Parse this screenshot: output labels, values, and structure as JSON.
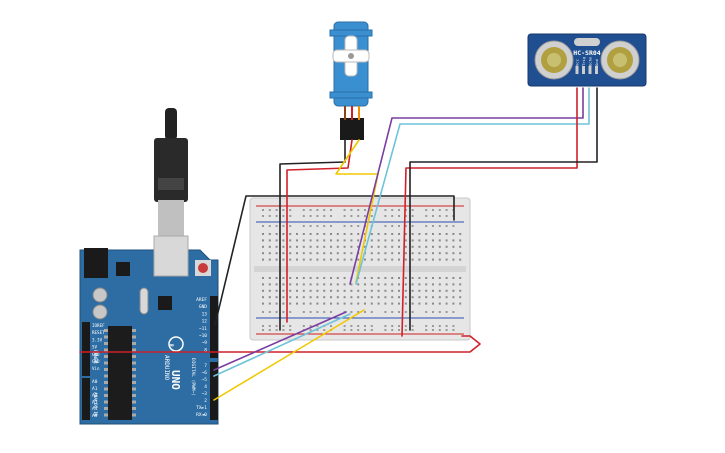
{
  "diagram": {
    "arduino": {
      "logo_text": "ARDUINO",
      "model_text": "UNO",
      "header_labels_top": [
        "AREF",
        "GND",
        "13",
        "12",
        "~11",
        "~10",
        "~9",
        "8"
      ],
      "header_labels_bottom": [
        "7",
        "~6",
        "~5",
        "4",
        "~3",
        "2",
        "TX►1",
        "RX◄0"
      ],
      "digital_label": "DIGITAL (PWM~)",
      "power_labels": [
        "IOREF",
        "RESET",
        "3.3V",
        "5V",
        "GND",
        "GND",
        "Vin"
      ],
      "analog_labels": [
        "A0",
        "A1",
        "A2",
        "A3",
        "A4",
        "A5"
      ],
      "power_header": "POWER",
      "analog_header": "ANALOG IN"
    },
    "sensor": {
      "label": "HC-SR04",
      "pins": [
        "Vcc",
        "Trig",
        "Echo",
        "Gnd"
      ]
    },
    "colors": {
      "board": "#2d6da3",
      "board_dark": "#1f4f7a",
      "breadboard": "#e8e8e8",
      "rail_red": "#d02020",
      "rail_blue": "#2a4fb0",
      "wire_red": "#d0202a",
      "wire_black": "#222222",
      "wire_yellow": "#f0c800",
      "wire_purple": "#7a3ea0",
      "wire_cyan": "#6fc3d8",
      "servo_body": "#3a8fd0"
    }
  }
}
